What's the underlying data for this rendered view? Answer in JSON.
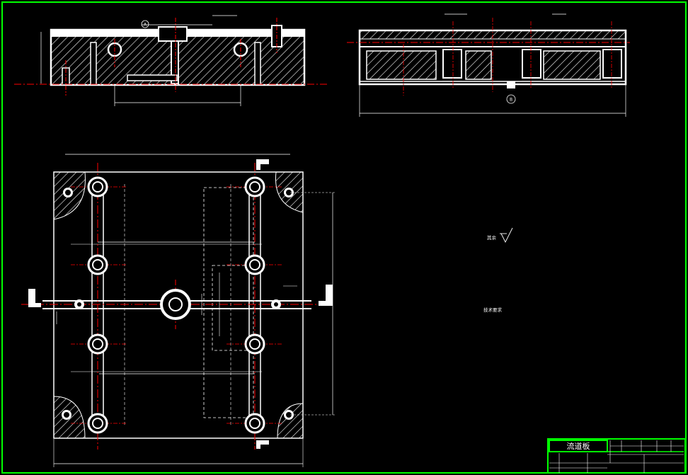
{
  "title_block": {
    "part_name": "流道板",
    "row1_fields": [
      "",
      "",
      "",
      "",
      "",
      ""
    ],
    "row2_fields": [
      "",
      "",
      "",
      "",
      "",
      ""
    ],
    "lower_labels": [
      "",
      "",
      ""
    ]
  },
  "technical_requirements": {
    "heading": "技术要求",
    "lines": [
      "",
      "",
      ""
    ]
  },
  "roughness_note": "其余",
  "section_marks": [
    "A",
    "B"
  ],
  "colors": {
    "background": "#000000",
    "frame": "#00ff00",
    "outline": "#ffffff",
    "centerline": "#ff0000",
    "dimension": "#ffffff",
    "hatch": "#ffffff"
  }
}
